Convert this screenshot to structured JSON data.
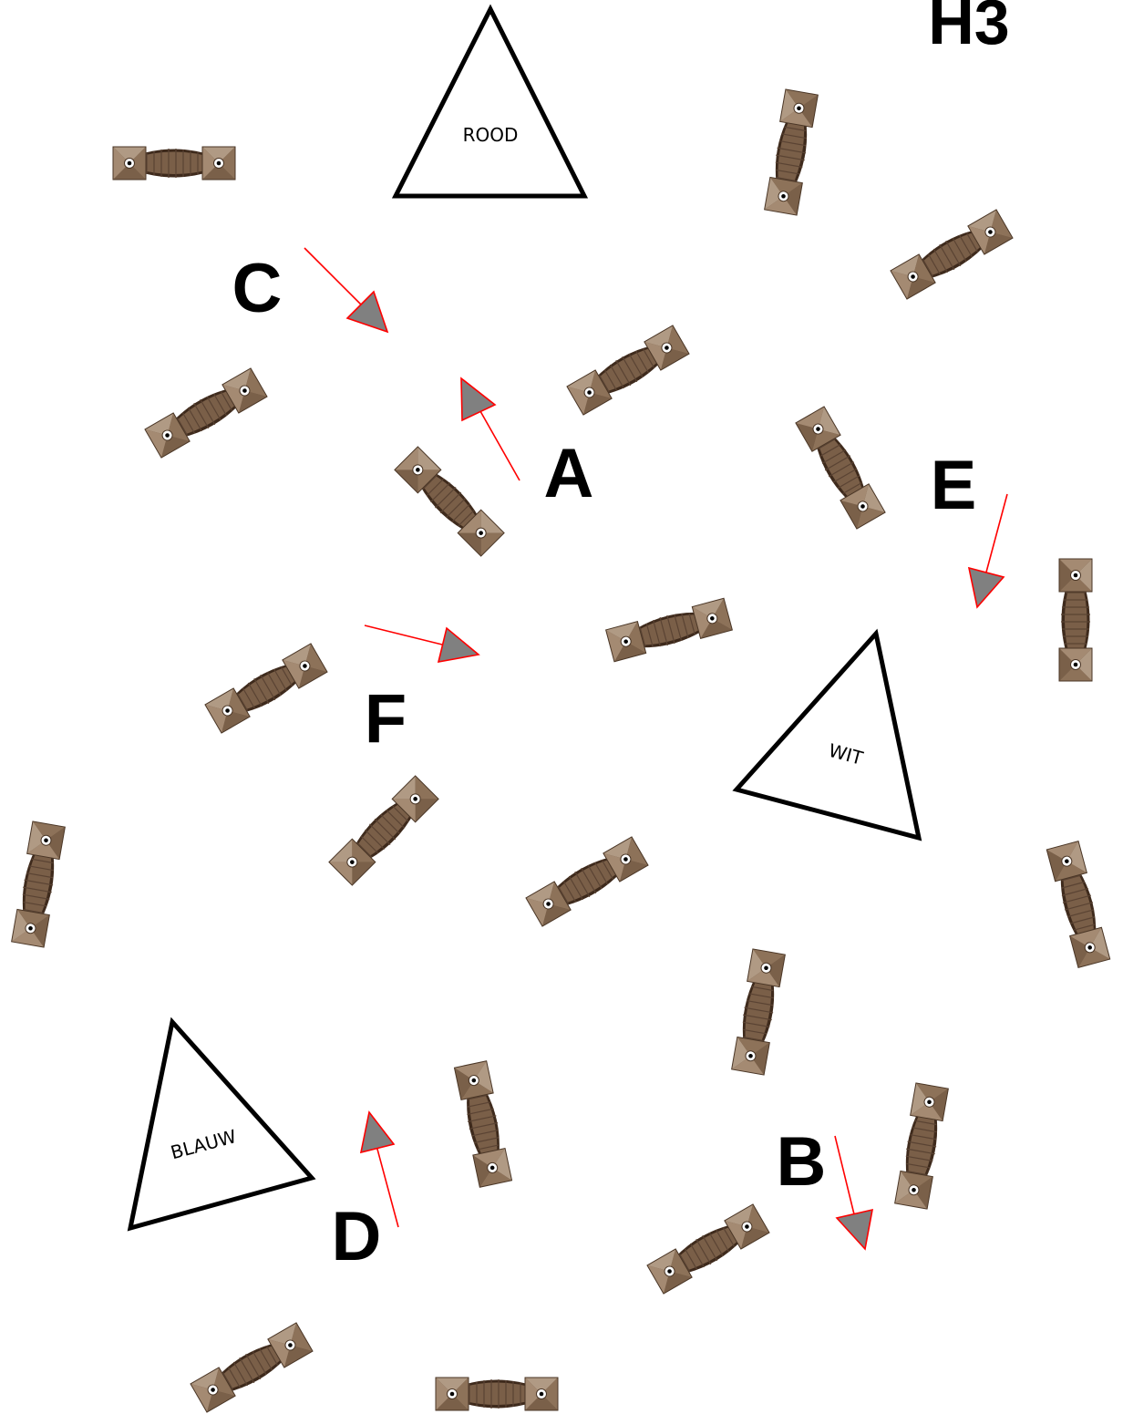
{
  "sheet_label": "H3",
  "triangles": {
    "red": "ROOD",
    "white": "WIT",
    "blue": "BLAUW"
  },
  "gates": {
    "A": "A",
    "B": "B",
    "C": "C",
    "D": "D",
    "E": "E",
    "F": "F"
  },
  "colors": {
    "arrow_stroke": "#ff0000",
    "arrow_head": "#808080",
    "barrier_wood": "#7a5f48",
    "barrier_block": "#9b8068"
  }
}
